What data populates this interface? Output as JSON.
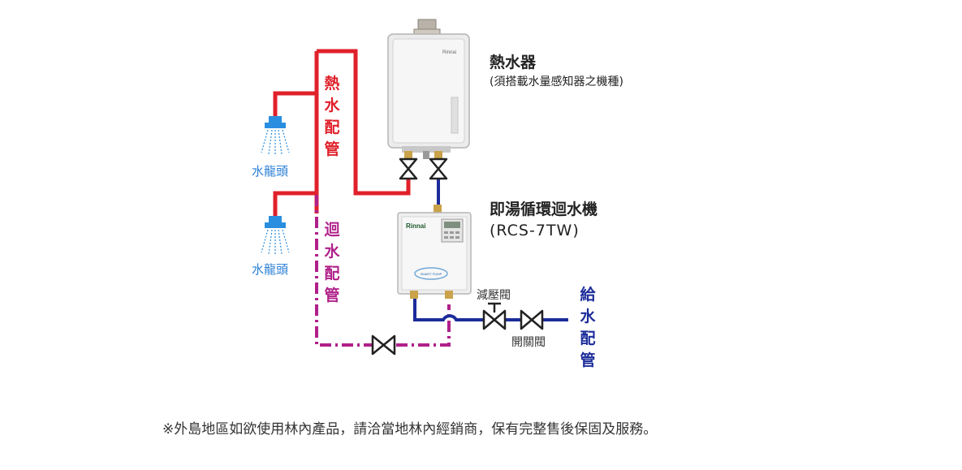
{
  "labels": {
    "heater_title": "熱水器",
    "heater_note": "(須搭載水量感知器之機種)",
    "circ_title": "即湯循環迴水機",
    "circ_model": "(RCS-7TW)",
    "faucet_top": "水龍頭",
    "faucet_bottom": "水龍頭",
    "hot_pipe": "熱水配管",
    "return_pipe": "迴水配管",
    "supply_pipe": "給水配管",
    "pressure_valve": "減壓閥",
    "switch_valve": "開關閥",
    "heater_brand": "Rinnai",
    "circ_brand": "Rinnai",
    "circ_badge": "SMART PUMP"
  },
  "footnote": "※外島地區如欲使用林內產品，請洽當地林內經銷商，保有完整售後保固及服務。",
  "colors": {
    "hot_pipe": "#e0202a",
    "return_pipe": "#b0208a",
    "supply_pipe": "#1c2c9a",
    "faucet": "#2a8ee0",
    "text_dark": "#222222"
  },
  "icons": [
    "faucet-icon",
    "gate-valve-icon",
    "pressure-reducing-valve-icon",
    "water-heater-device",
    "circulation-pump-device"
  ]
}
